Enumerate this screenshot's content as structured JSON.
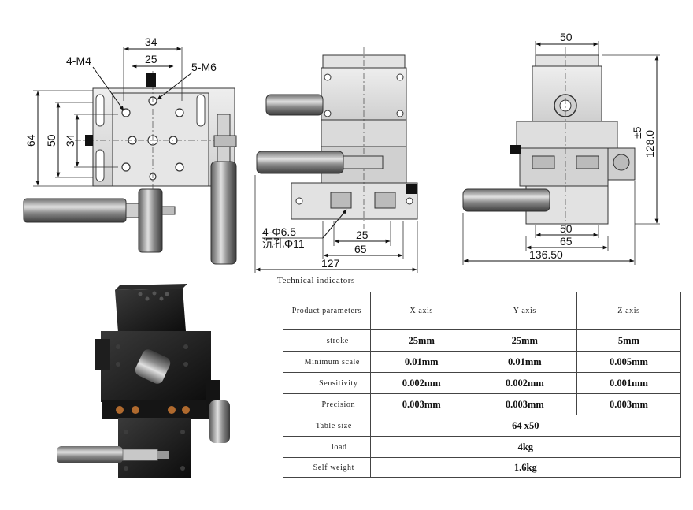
{
  "drawing": {
    "top_view": {
      "dim_34": "34",
      "dim_25": "25",
      "thread_m4": "4-M4",
      "thread_m6": "5-M6",
      "dim_64": "64",
      "dim_50": "50",
      "dim_34_side": "34"
    },
    "front_view": {
      "hole_spec": "4-Φ6.5",
      "counterbore_spec": "沉孔Φ11",
      "dim_25": "25",
      "dim_65": "65",
      "dim_127": "127"
    },
    "side_view": {
      "dim_50_top": "50",
      "dim_stroke": "±5",
      "dim_height": "128.0",
      "dim_50_bottom": "50",
      "dim_65": "65",
      "dim_136": "136.50"
    }
  },
  "table": {
    "caption": "Technical indicators",
    "headers": [
      "Product parameters",
      "X axis",
      "Y axis",
      "Z axis"
    ],
    "rows": [
      {
        "label": "stroke",
        "values": [
          "25mm",
          "25mm",
          "5mm"
        ]
      },
      {
        "label": "Minimum scale",
        "values": [
          "0.01mm",
          "0.01mm",
          "0.005mm"
        ]
      },
      {
        "label": "Sensitivity",
        "values": [
          "0.002mm",
          "0.002mm",
          "0.001mm"
        ]
      },
      {
        "label": "Precision",
        "values": [
          "0.003mm",
          "0.003mm",
          "0.003mm"
        ]
      }
    ],
    "merged_rows": [
      {
        "label": "Table size",
        "value": "64 x50"
      },
      {
        "label": "load",
        "value": "4kg"
      },
      {
        "label": "Self weight",
        "value": "1.6kg"
      }
    ]
  },
  "colors": {
    "line": "#1a1a1a",
    "metal_light": "#d9d9d9",
    "metal_mid": "#a9a9a9",
    "metal_dark": "#5a5a5a",
    "stage_black": "#1b1b1b"
  }
}
